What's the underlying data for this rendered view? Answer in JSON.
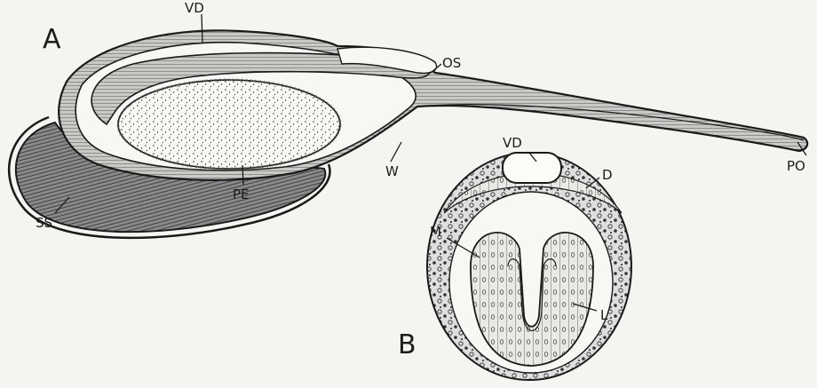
{
  "figure": {
    "panel_a_label": "A",
    "panel_b_label": "B",
    "labels": {
      "vd_top": "VD",
      "os": "OS",
      "w": "W",
      "po": "PO",
      "pe": "PE",
      "ss": "SS",
      "vd_section": "VD",
      "d": "D",
      "m": "M",
      "l": "L"
    },
    "colors": {
      "paper": "#f4f4f1",
      "ink": "#1a1a1a",
      "hatch_dark": "#3a3a3a",
      "stipple": "#2a2a2a"
    }
  }
}
